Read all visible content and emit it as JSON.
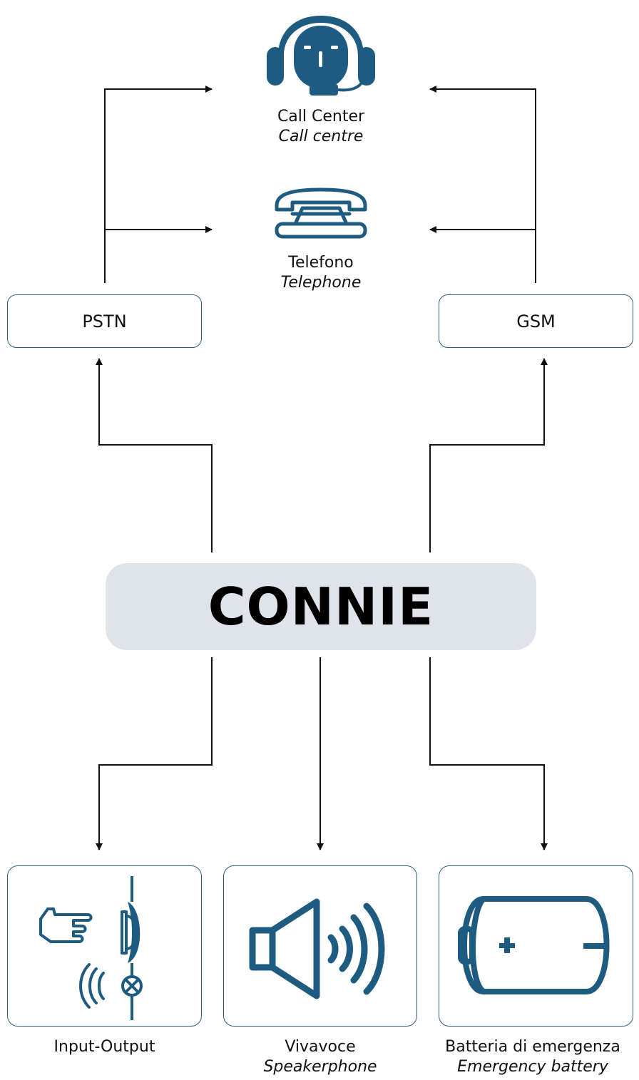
{
  "colors": {
    "icon": "#1d5b80",
    "box_border": "#2f5f7d",
    "hub_fill": "#dfe3ea",
    "line": "#111111"
  },
  "hub": {
    "label": "CONNIE"
  },
  "targets": {
    "call_center": {
      "label": "Call Center",
      "sub": "Call centre",
      "icon": "headset-agent-icon"
    },
    "telephone": {
      "label": "Telefono",
      "sub": "Telephone",
      "icon": "desk-telephone-icon"
    }
  },
  "networks": {
    "pstn": {
      "label": "PSTN"
    },
    "gsm": {
      "label": "GSM"
    }
  },
  "peripherals": {
    "io": {
      "label": "Input-Output",
      "icon": "push-button-and-lamp-icon"
    },
    "speaker": {
      "label": "Vivavoce",
      "sub": "Speakerphone",
      "icon": "speaker-icon"
    },
    "battery": {
      "label": "Batteria di emergenza",
      "sub": "Emergency battery",
      "icon": "battery-icon"
    }
  }
}
